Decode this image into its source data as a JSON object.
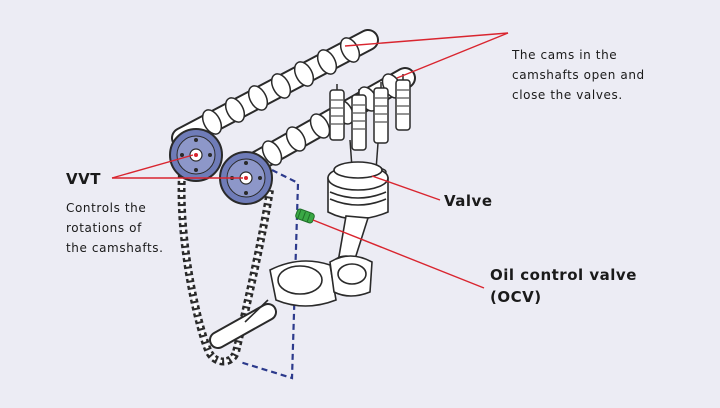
{
  "labels": {
    "cams_text": [
      "The cams in the",
      "camshafts open and",
      "close the valves."
    ],
    "vvt_heading": "VVT",
    "vvt_text": [
      "Controls the",
      "rotations of",
      "the camshafts."
    ],
    "valve_heading": "Valve",
    "ocv_heading": [
      "Oil control valve",
      "(OCV)"
    ]
  },
  "colors": {
    "background": "#ececf4",
    "leader_line": "#d9252f",
    "engine_stroke": "#2a2a2a",
    "engine_fill": "#ffffff",
    "vvt_gear": "#6f7cb8",
    "ocv": "#3aa845",
    "oil_path": "#2c3a8c"
  }
}
